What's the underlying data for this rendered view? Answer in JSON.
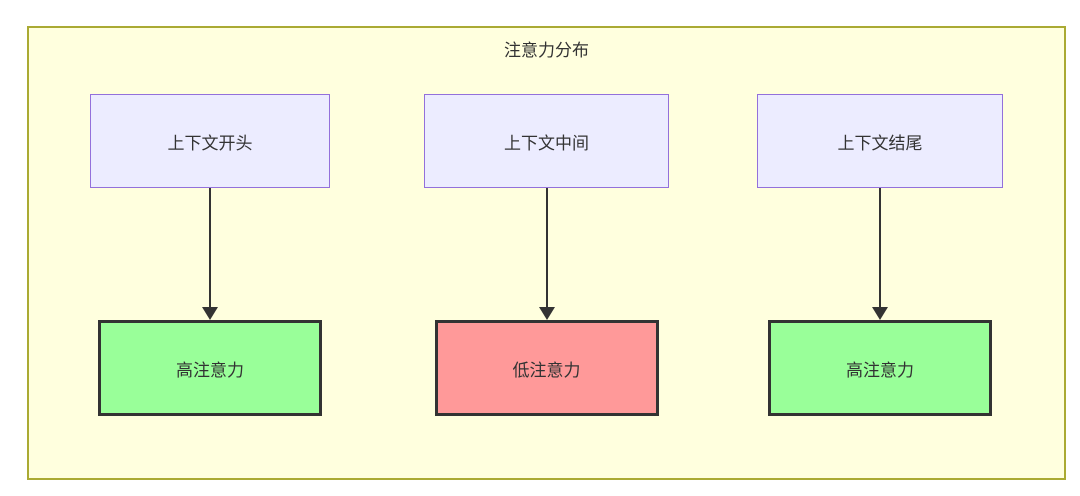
{
  "diagram": {
    "title": "注意力分布",
    "columns": [
      {
        "source": "上下文开头",
        "target": "高注意力",
        "attention": "high"
      },
      {
        "source": "上下文中间",
        "target": "低注意力",
        "attention": "low"
      },
      {
        "source": "上下文结尾",
        "target": "高注意力",
        "attention": "high"
      }
    ]
  },
  "colors": {
    "container_fill": "#ffffde",
    "container_border": "#aaaa33",
    "node_fill": "#ececff",
    "node_border": "#9370db",
    "attn_high_fill": "#99ff99",
    "attn_low_fill": "#ff9999",
    "attn_border": "#333333",
    "edge_color": "#333333",
    "text_color": "#333333"
  }
}
